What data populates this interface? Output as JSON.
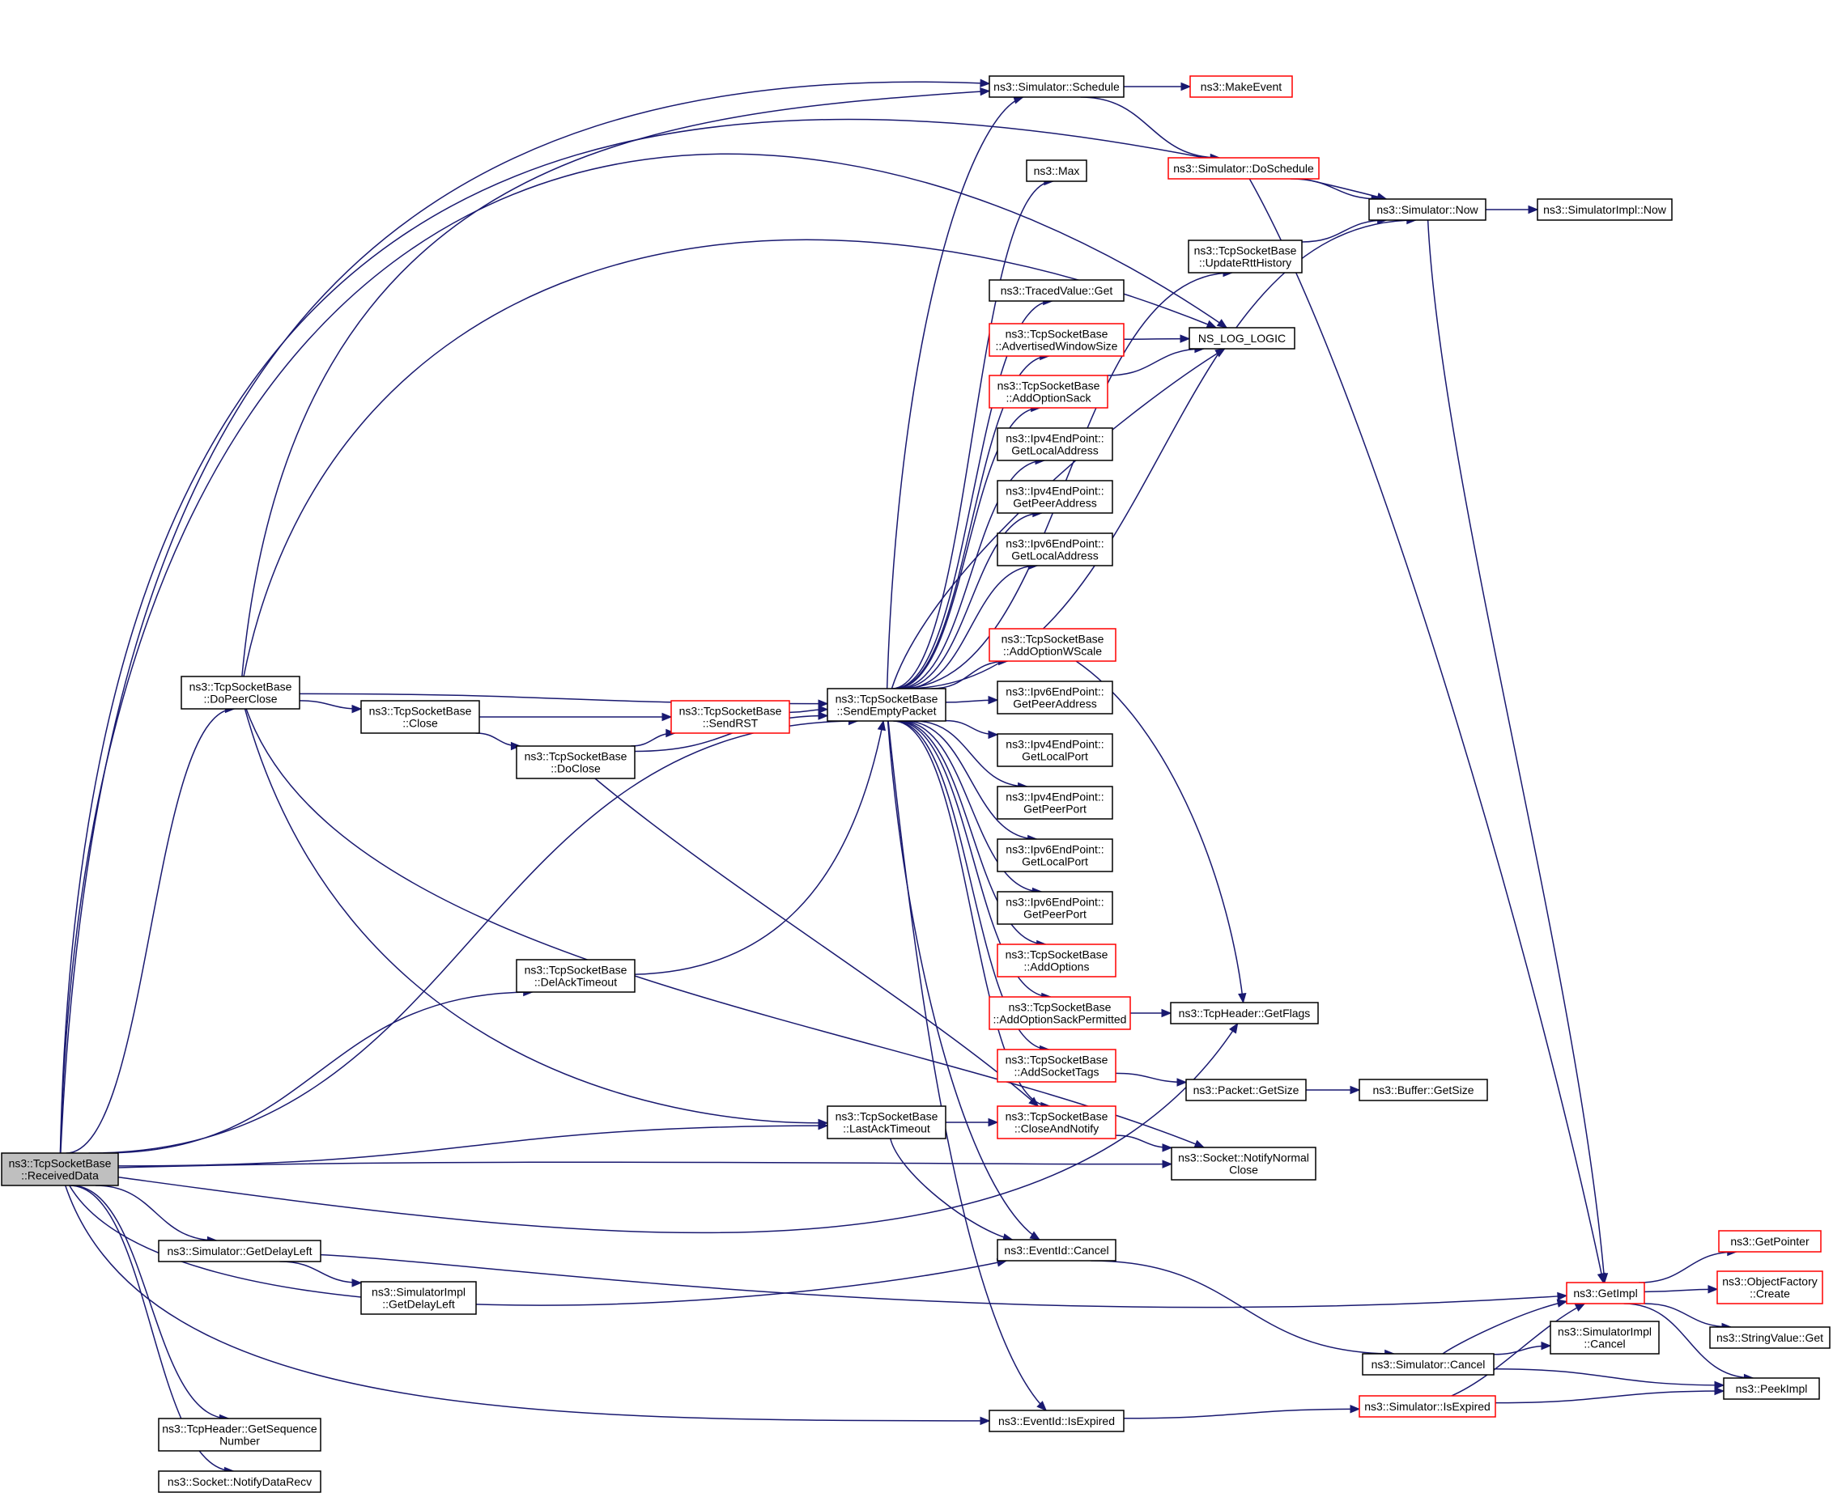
{
  "colors": {
    "edge": "#191970",
    "node_border": "#000000",
    "node_border_truncated": "#ff0000",
    "root_fill": "#bfbfbf"
  },
  "nodes": [
    {
      "id": "receiveddata",
      "lines": [
        "ns3::TcpSocketBase",
        "::ReceivedData"
      ],
      "style": "root"
    },
    {
      "id": "dopeerclose",
      "lines": [
        "ns3::TcpSocketBase",
        "::DoPeerClose"
      ]
    },
    {
      "id": "close",
      "lines": [
        "ns3::TcpSocketBase",
        "::Close"
      ]
    },
    {
      "id": "doclose",
      "lines": [
        "ns3::TcpSocketBase",
        "::DoClose"
      ]
    },
    {
      "id": "sendrst",
      "lines": [
        "ns3::TcpSocketBase",
        "::SendRST"
      ],
      "style": "red"
    },
    {
      "id": "sendemptypacket",
      "lines": [
        "ns3::TcpSocketBase",
        "::SendEmptyPacket"
      ]
    },
    {
      "id": "delacktimeout",
      "lines": [
        "ns3::TcpSocketBase",
        "::DelAckTimeout"
      ]
    },
    {
      "id": "lastacktimeout",
      "lines": [
        "ns3::TcpSocketBase",
        "::LastAckTimeout"
      ]
    },
    {
      "id": "getdelayleft",
      "lines": [
        "ns3::Simulator::GetDelayLeft"
      ]
    },
    {
      "id": "implgetdelayleft",
      "lines": [
        "ns3::SimulatorImpl",
        "::GetDelayLeft"
      ]
    },
    {
      "id": "getsequencenumber",
      "lines": [
        "ns3::TcpHeader::GetSequence",
        "Number"
      ]
    },
    {
      "id": "notifydatarecv",
      "lines": [
        "ns3::Socket::NotifyDataRecv"
      ]
    },
    {
      "id": "schedule",
      "lines": [
        "ns3::Simulator::Schedule"
      ]
    },
    {
      "id": "makeevent",
      "lines": [
        "ns3::MakeEvent"
      ],
      "style": "red"
    },
    {
      "id": "doschedule",
      "lines": [
        "ns3::Simulator::DoSchedule"
      ],
      "style": "red"
    },
    {
      "id": "max",
      "lines": [
        "ns3::Max"
      ]
    },
    {
      "id": "now",
      "lines": [
        "ns3::Simulator::Now"
      ]
    },
    {
      "id": "implnow",
      "lines": [
        "ns3::SimulatorImpl::Now"
      ]
    },
    {
      "id": "updatertthistory",
      "lines": [
        "ns3::TcpSocketBase",
        "::UpdateRttHistory"
      ]
    },
    {
      "id": "tracedget",
      "lines": [
        "ns3::TracedValue::Get"
      ]
    },
    {
      "id": "advertisedwindowsize",
      "lines": [
        "ns3::TcpSocketBase",
        "::AdvertisedWindowSize"
      ],
      "style": "red"
    },
    {
      "id": "nslog",
      "lines": [
        "NS_LOG_LOGIC"
      ]
    },
    {
      "id": "addoptionsack",
      "lines": [
        "ns3::TcpSocketBase",
        "::AddOptionSack"
      ],
      "style": "red"
    },
    {
      "id": "ipv4getlocaladdress",
      "lines": [
        "ns3::Ipv4EndPoint::",
        "GetLocalAddress"
      ]
    },
    {
      "id": "ipv4getpeeraddress",
      "lines": [
        "ns3::Ipv4EndPoint::",
        "GetPeerAddress"
      ]
    },
    {
      "id": "ipv6getlocaladdress",
      "lines": [
        "ns3::Ipv6EndPoint::",
        "GetLocalAddress"
      ]
    },
    {
      "id": "addoptionwscale",
      "lines": [
        "ns3::TcpSocketBase",
        "::AddOptionWScale"
      ],
      "style": "red"
    },
    {
      "id": "ipv6getpeeraddress",
      "lines": [
        "ns3::Ipv6EndPoint::",
        "GetPeerAddress"
      ]
    },
    {
      "id": "ipv4getlocalport",
      "lines": [
        "ns3::Ipv4EndPoint::",
        "GetLocalPort"
      ]
    },
    {
      "id": "ipv4getpeerport",
      "lines": [
        "ns3::Ipv4EndPoint::",
        "GetPeerPort"
      ]
    },
    {
      "id": "ipv6getlocalport",
      "lines": [
        "ns3::Ipv6EndPoint::",
        "GetLocalPort"
      ]
    },
    {
      "id": "ipv6getpeerport",
      "lines": [
        "ns3::Ipv6EndPoint::",
        "GetPeerPort"
      ]
    },
    {
      "id": "addoptions",
      "lines": [
        "ns3::TcpSocketBase",
        "::AddOptions"
      ],
      "style": "red"
    },
    {
      "id": "addoptionsackpermitted",
      "lines": [
        "ns3::TcpSocketBase",
        "::AddOptionSackPermitted"
      ],
      "style": "red"
    },
    {
      "id": "getflags",
      "lines": [
        "ns3::TcpHeader::GetFlags"
      ]
    },
    {
      "id": "addsockettags",
      "lines": [
        "ns3::TcpSocketBase",
        "::AddSocketTags"
      ],
      "style": "red"
    },
    {
      "id": "packetgetsize",
      "lines": [
        "ns3::Packet::GetSize"
      ]
    },
    {
      "id": "buffergetsize",
      "lines": [
        "ns3::Buffer::GetSize"
      ]
    },
    {
      "id": "closeandnotify",
      "lines": [
        "ns3::TcpSocketBase",
        "::CloseAndNotify"
      ],
      "style": "red"
    },
    {
      "id": "notifynormalclose",
      "lines": [
        "ns3::Socket::NotifyNormal",
        "Close"
      ]
    },
    {
      "id": "eventcancel",
      "lines": [
        "ns3::EventId::Cancel"
      ]
    },
    {
      "id": "isexpired",
      "lines": [
        "ns3::EventId::IsExpired"
      ]
    },
    {
      "id": "simcancel",
      "lines": [
        "ns3::Simulator::Cancel"
      ]
    },
    {
      "id": "simisexpired",
      "lines": [
        "ns3::Simulator::IsExpired"
      ],
      "style": "red"
    },
    {
      "id": "implcancel",
      "lines": [
        "ns3::SimulatorImpl",
        "::Cancel"
      ]
    },
    {
      "id": "getimpl",
      "lines": [
        "ns3::GetImpl"
      ],
      "style": "red"
    },
    {
      "id": "getpointer",
      "lines": [
        "ns3::GetPointer"
      ],
      "style": "red"
    },
    {
      "id": "objectfactorycreate",
      "lines": [
        "ns3::ObjectFactory",
        "::Create"
      ],
      "style": "red"
    },
    {
      "id": "stringvalueget",
      "lines": [
        "ns3::StringValue::Get"
      ]
    },
    {
      "id": "peekimpl",
      "lines": [
        "ns3::PeekImpl"
      ]
    }
  ],
  "edges": [
    [
      "receiveddata",
      "dopeerclose"
    ],
    [
      "receiveddata",
      "sendemptypacket"
    ],
    [
      "receiveddata",
      "delacktimeout"
    ],
    [
      "receiveddata",
      "lastacktimeout"
    ],
    [
      "receiveddata",
      "getdelayleft"
    ],
    [
      "receiveddata",
      "getsequencenumber"
    ],
    [
      "receiveddata",
      "notifydatarecv"
    ],
    [
      "receiveddata",
      "schedule"
    ],
    [
      "receiveddata",
      "now"
    ],
    [
      "receiveddata",
      "nslog"
    ],
    [
      "receiveddata",
      "notifynormalclose"
    ],
    [
      "receiveddata",
      "getflags"
    ],
    [
      "receiveddata",
      "eventcancel"
    ],
    [
      "receiveddata",
      "isexpired"
    ],
    [
      "dopeerclose",
      "close"
    ],
    [
      "dopeerclose",
      "sendemptypacket"
    ],
    [
      "dopeerclose",
      "schedule"
    ],
    [
      "dopeerclose",
      "nslog"
    ],
    [
      "dopeerclose",
      "lastacktimeout"
    ],
    [
      "dopeerclose",
      "notifynormalclose"
    ],
    [
      "close",
      "sendrst"
    ],
    [
      "close",
      "doclose"
    ],
    [
      "doclose",
      "sendrst"
    ],
    [
      "doclose",
      "sendemptypacket"
    ],
    [
      "doclose",
      "closeandnotify"
    ],
    [
      "sendrst",
      "sendemptypacket"
    ],
    [
      "delacktimeout",
      "sendemptypacket"
    ],
    [
      "lastacktimeout",
      "closeandnotify"
    ],
    [
      "lastacktimeout",
      "eventcancel"
    ],
    [
      "getdelayleft",
      "implgetdelayleft"
    ],
    [
      "getdelayleft",
      "getimpl"
    ],
    [
      "schedule",
      "makeevent"
    ],
    [
      "schedule",
      "doschedule"
    ],
    [
      "doschedule",
      "now"
    ],
    [
      "doschedule",
      "getimpl"
    ],
    [
      "now",
      "implnow"
    ],
    [
      "now",
      "getimpl"
    ],
    [
      "updatertthistory",
      "now"
    ],
    [
      "advertisedwindowsize",
      "nslog"
    ],
    [
      "addoptionsack",
      "nslog"
    ],
    [
      "addoptionwscale",
      "getflags"
    ],
    [
      "addoptionsackpermitted",
      "getflags"
    ],
    [
      "addsockettags",
      "packetgetsize"
    ],
    [
      "packetgetsize",
      "buffergetsize"
    ],
    [
      "closeandnotify",
      "notifynormalclose"
    ],
    [
      "eventcancel",
      "simcancel"
    ],
    [
      "isexpired",
      "simisexpired"
    ],
    [
      "simcancel",
      "implcancel"
    ],
    [
      "simcancel",
      "getimpl"
    ],
    [
      "simcancel",
      "peekimpl"
    ],
    [
      "simisexpired",
      "getimpl"
    ],
    [
      "simisexpired",
      "peekimpl"
    ],
    [
      "getimpl",
      "getpointer"
    ],
    [
      "getimpl",
      "objectfactorycreate"
    ],
    [
      "getimpl",
      "stringvalueget"
    ],
    [
      "getimpl",
      "peekimpl"
    ],
    [
      "sendemptypacket",
      "schedule"
    ],
    [
      "sendemptypacket",
      "max"
    ],
    [
      "sendemptypacket",
      "now"
    ],
    [
      "sendemptypacket",
      "updatertthistory"
    ],
    [
      "sendemptypacket",
      "tracedget"
    ],
    [
      "sendemptypacket",
      "advertisedwindowsize"
    ],
    [
      "sendemptypacket",
      "addoptionsack"
    ],
    [
      "sendemptypacket",
      "ipv4getlocaladdress"
    ],
    [
      "sendemptypacket",
      "ipv4getpeeraddress"
    ],
    [
      "sendemptypacket",
      "ipv6getlocaladdress"
    ],
    [
      "sendemptypacket",
      "addoptionwscale"
    ],
    [
      "sendemptypacket",
      "ipv6getpeeraddress"
    ],
    [
      "sendemptypacket",
      "ipv4getlocalport"
    ],
    [
      "sendemptypacket",
      "ipv4getpeerport"
    ],
    [
      "sendemptypacket",
      "ipv6getlocalport"
    ],
    [
      "sendemptypacket",
      "ipv6getpeerport"
    ],
    [
      "sendemptypacket",
      "addoptions"
    ],
    [
      "sendemptypacket",
      "addoptionsackpermitted"
    ],
    [
      "sendemptypacket",
      "addsockettags"
    ],
    [
      "sendemptypacket",
      "closeandnotify"
    ],
    [
      "sendemptypacket",
      "eventcancel"
    ],
    [
      "sendemptypacket",
      "isexpired"
    ],
    [
      "sendemptypacket",
      "nslog"
    ]
  ]
}
